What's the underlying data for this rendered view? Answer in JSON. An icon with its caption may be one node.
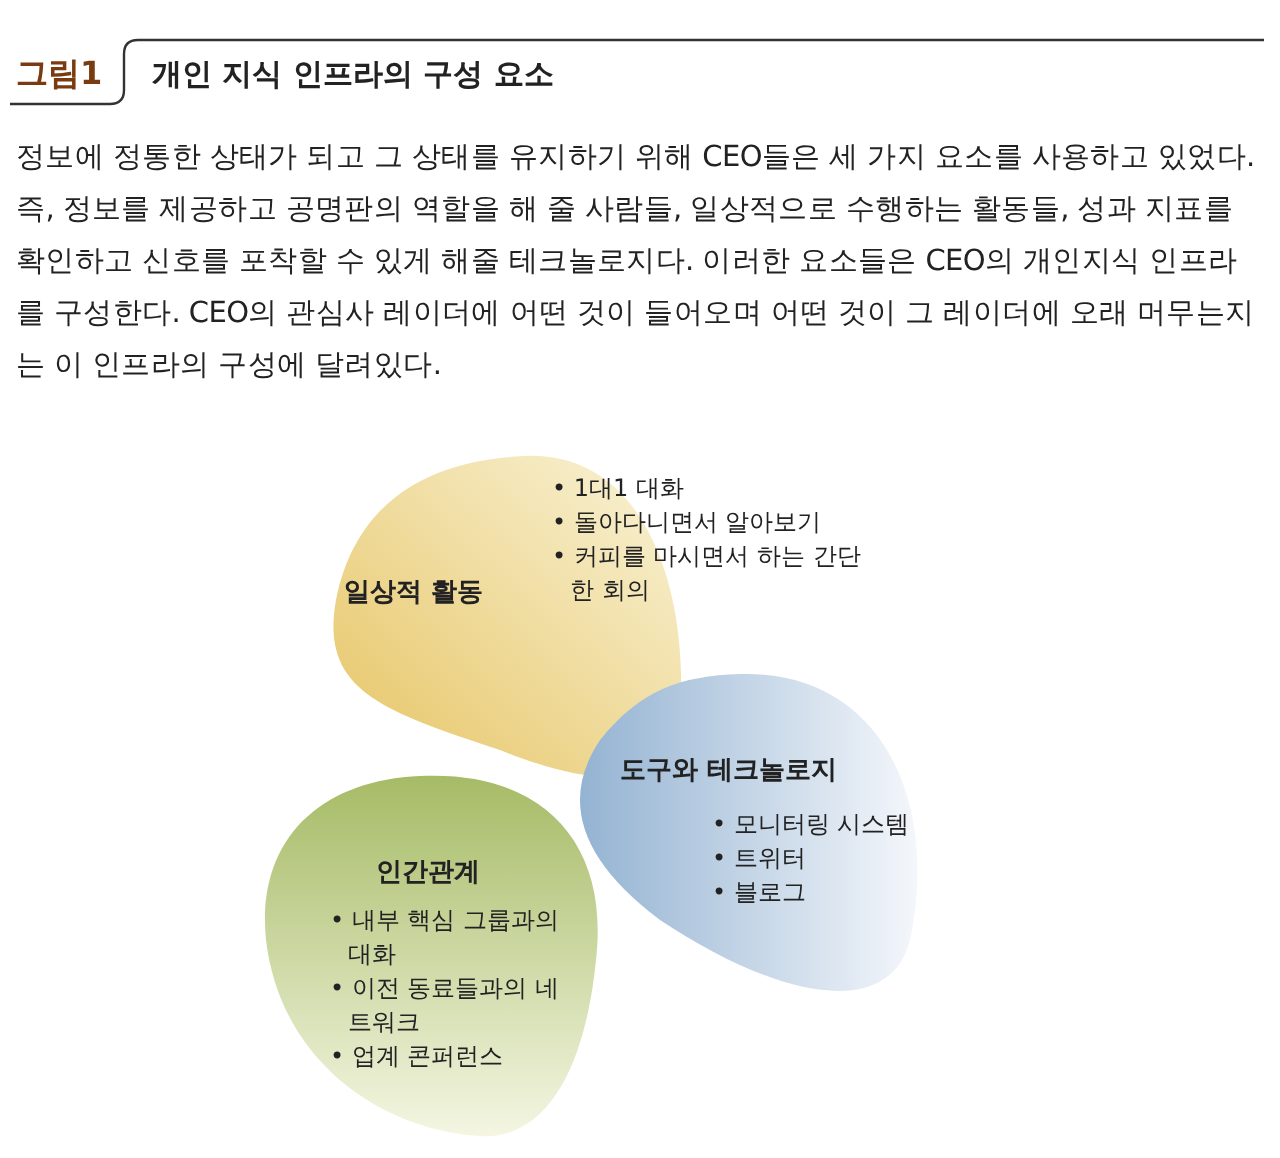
{
  "diagram": {
    "title": "개인 지식 인프라의 구성 요소",
    "nodes": [
      {
        "text": [
          "일상적 활동",
          "• 1대1 대화",
          "• 돌아다니면서 알아보기",
          "• 커피를 마시면서 하는 간단한 회의"
        ]
      },
      {
        "text": [
          "도구와 테크놀로지",
          "• 모니터링 시스템",
          "• 트위터",
          "• 블로그"
        ]
      },
      {
        "text": [
          "인간관계",
          "• 내부 핵심 그룹과의 대화",
          "• 이전 동료들과의 네트워크",
          "• 업계 콘퍼런스"
        ]
      }
    ],
    "labels": [
      "그림1",
      "정보에 정통한 상태가 되고 그 상태를 유지하기 위해 CEO들은 세 가지 요소를 사용하고 있었다. 즉, 정보를 제공하고 공명판의 역할을 해 줄 사람들, 일상적으로 수행하는 활동들, 성과 지표를 확인하고 신호를 포착할 수 있게 해줄 테크놀로지다. 이러한 요소들은 CEO의 개인지식 인프라를 구성한다. CEO의 관심사 레이더에 어떤 것이 들어오며 어떤 것이 그 레이더에 오래 머무는지는 이 인프라의 구성에 달려있다."
    ]
  }
}
